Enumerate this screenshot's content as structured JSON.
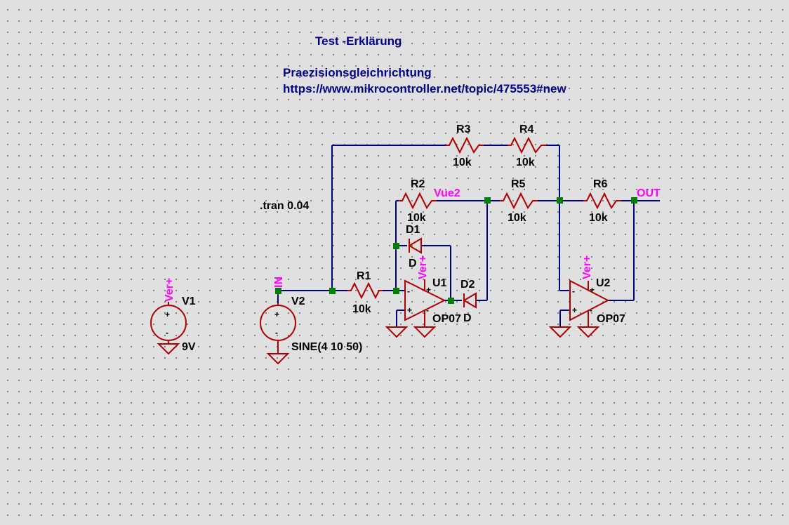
{
  "comments": {
    "title": "Test -Erklärung",
    "line1": "Praezisionsgleichrichtung",
    "line2": "https://www.mikrocontroller.net/topic/475553#new",
    "directive": ".tran 0.04"
  },
  "components": {
    "R1": {
      "name": "R1",
      "value": "10k"
    },
    "R2": {
      "name": "R2",
      "value": "10k"
    },
    "R3": {
      "name": "R3",
      "value": "10k"
    },
    "R4": {
      "name": "R4",
      "value": "10k"
    },
    "R5": {
      "name": "R5",
      "value": "10k"
    },
    "R6": {
      "name": "R6",
      "value": "10k"
    },
    "D1": {
      "name": "D1",
      "model": "D"
    },
    "D2": {
      "name": "D2",
      "model": "D"
    },
    "U1": {
      "name": "U1",
      "model": "OP07"
    },
    "U2": {
      "name": "U2",
      "model": "OP07"
    },
    "V1": {
      "name": "V1",
      "value": "9V"
    },
    "V2": {
      "name": "V2",
      "value": "SINE(4 10 50)"
    }
  },
  "nets": {
    "in": "IN",
    "out": "OUT",
    "vue2": "Vue2",
    "ver": "Ver+"
  },
  "opamp_pins": {
    "minus": "-",
    "plus": "+"
  },
  "colors": {
    "background": "#e0e0e0",
    "wire": "#00007f",
    "component": "#b00000",
    "net_label": "#ff00ff",
    "comment": "#00008b",
    "junction": "#008000"
  }
}
